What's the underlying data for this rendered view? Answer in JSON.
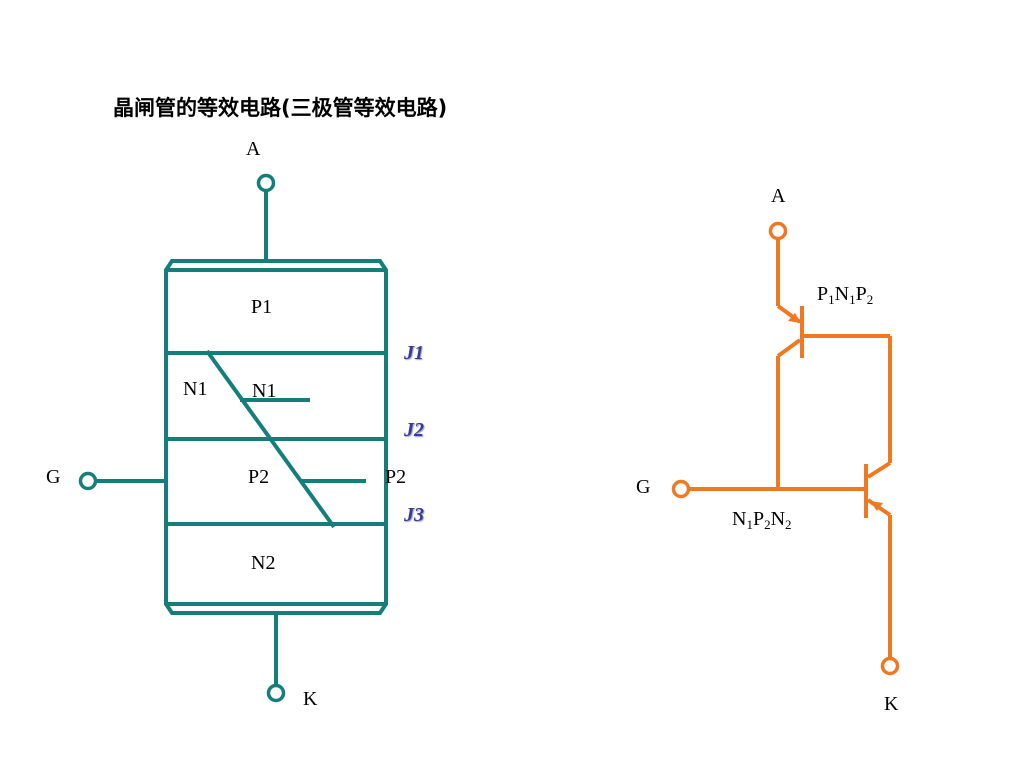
{
  "title": "晶闸管的等效电路(三极管等效电路)",
  "colors": {
    "left_circuit": "#137e7a",
    "right_circuit": "#f07820",
    "junction_text": "#3a3a9a"
  },
  "left": {
    "anode": "A",
    "cathode": "K",
    "gate": "G",
    "layers": {
      "p1": "P1",
      "n1_outer": "N1",
      "n1_inner": "N1",
      "p2_inner": "P2",
      "p2_outer": "P2",
      "n2": "N2"
    },
    "junctions": {
      "j1": "J1",
      "j2": "J2",
      "j3": "J3"
    }
  },
  "right": {
    "anode": "A",
    "cathode": "K",
    "gate": "G",
    "pnp": {
      "s1": "P",
      "n1": "1",
      "s2": "N",
      "n2": "1",
      "s3": "P",
      "n3": "2"
    },
    "npn": {
      "s1": "N",
      "n1": "1",
      "s2": "P",
      "n2": "2",
      "s3": "N",
      "n3": "2"
    }
  }
}
